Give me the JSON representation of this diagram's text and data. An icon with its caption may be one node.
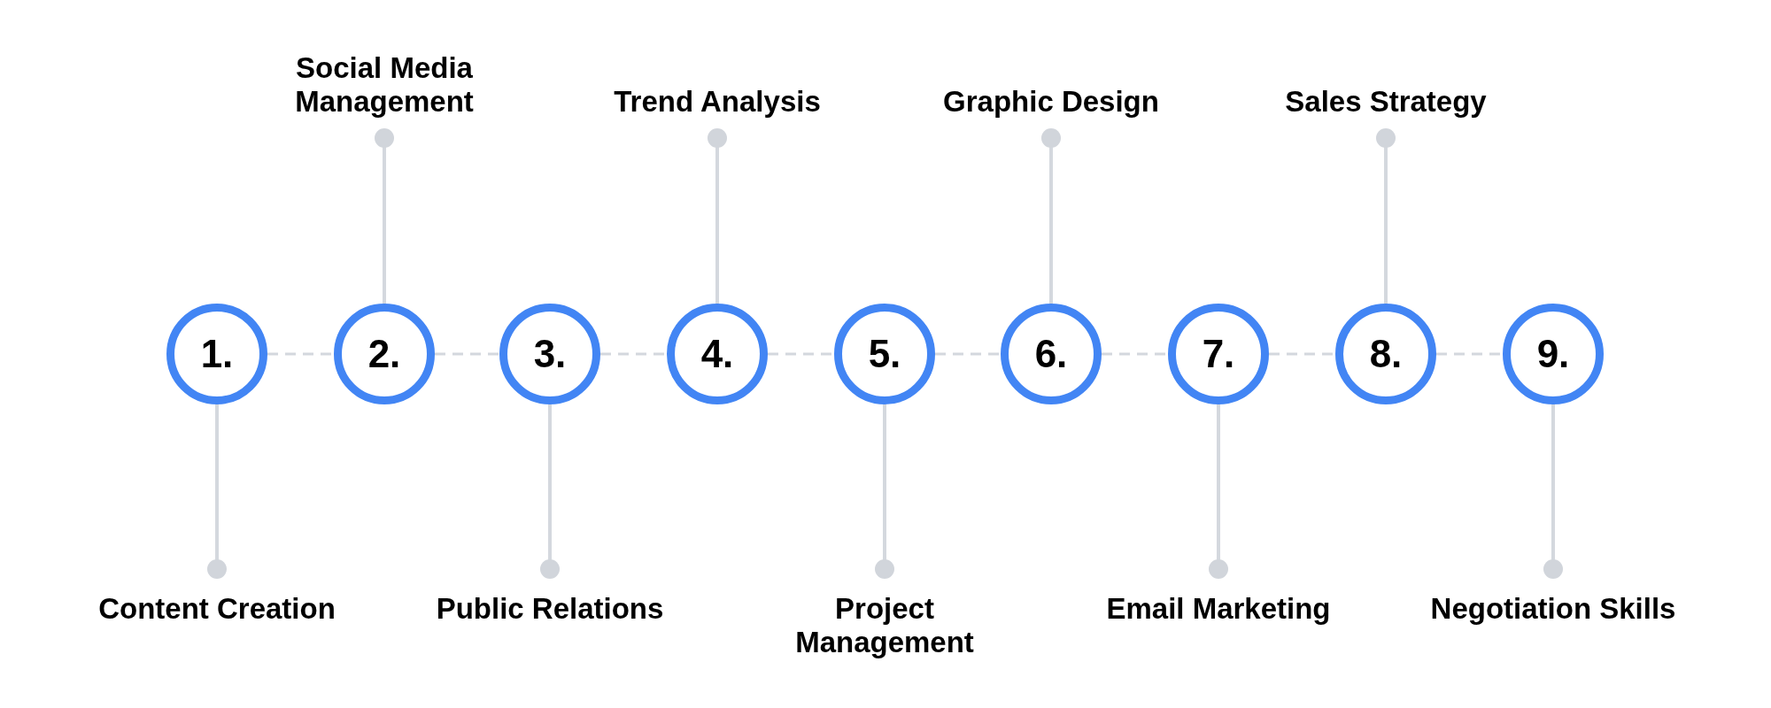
{
  "diagram": {
    "nodes": [
      {
        "text": [
          "1."
        ]
      },
      {
        "text": [
          "2."
        ]
      },
      {
        "text": [
          "3."
        ]
      },
      {
        "text": [
          "4."
        ]
      },
      {
        "text": [
          "5."
        ]
      },
      {
        "text": [
          "6."
        ]
      },
      {
        "text": [
          "7."
        ]
      },
      {
        "text": [
          "8."
        ]
      },
      {
        "text": [
          "9."
        ]
      },
      {
        "text": [
          "Content Creation"
        ]
      },
      {
        "text": [
          "Social Media Management"
        ]
      },
      {
        "text": [
          "Public Relations"
        ]
      },
      {
        "text": [
          "Trend Analysis"
        ]
      },
      {
        "text": [
          "Project Management"
        ]
      },
      {
        "text": [
          "Graphic Design"
        ]
      },
      {
        "text": [
          "Email Marketing"
        ]
      },
      {
        "text": [
          "Sales Strategy"
        ]
      },
      {
        "text": [
          "Negotiation Skills"
        ]
      }
    ],
    "edges": [
      {
        "from": 0,
        "to": 1,
        "arrow": "none",
        "style": "dashed"
      },
      {
        "from": 1,
        "to": 2,
        "arrow": "none",
        "style": "dashed"
      },
      {
        "from": 2,
        "to": 3,
        "arrow": "none",
        "style": "dashed"
      },
      {
        "from": 3,
        "to": 4,
        "arrow": "none",
        "style": "dashed"
      },
      {
        "from": 4,
        "to": 5,
        "arrow": "none",
        "style": "dashed"
      },
      {
        "from": 5,
        "to": 6,
        "arrow": "none",
        "style": "dashed"
      },
      {
        "from": 6,
        "to": 7,
        "arrow": "none",
        "style": "dashed"
      },
      {
        "from": 7,
        "to": 8,
        "arrow": "none",
        "style": "dashed"
      },
      {
        "from": 9,
        "to": 0,
        "arrow": "other"
      },
      {
        "from": 10,
        "to": 1,
        "arrow": "other"
      },
      {
        "from": 11,
        "to": 2,
        "arrow": "other"
      },
      {
        "from": 12,
        "to": 3,
        "arrow": "other"
      },
      {
        "from": 13,
        "to": 4,
        "arrow": "other"
      },
      {
        "from": 14,
        "to": 5,
        "arrow": "other"
      },
      {
        "from": 15,
        "to": 6,
        "arrow": "other"
      },
      {
        "from": 16,
        "to": 7,
        "arrow": "other"
      },
      {
        "from": 17,
        "to": 8,
        "arrow": "other"
      }
    ]
  }
}
